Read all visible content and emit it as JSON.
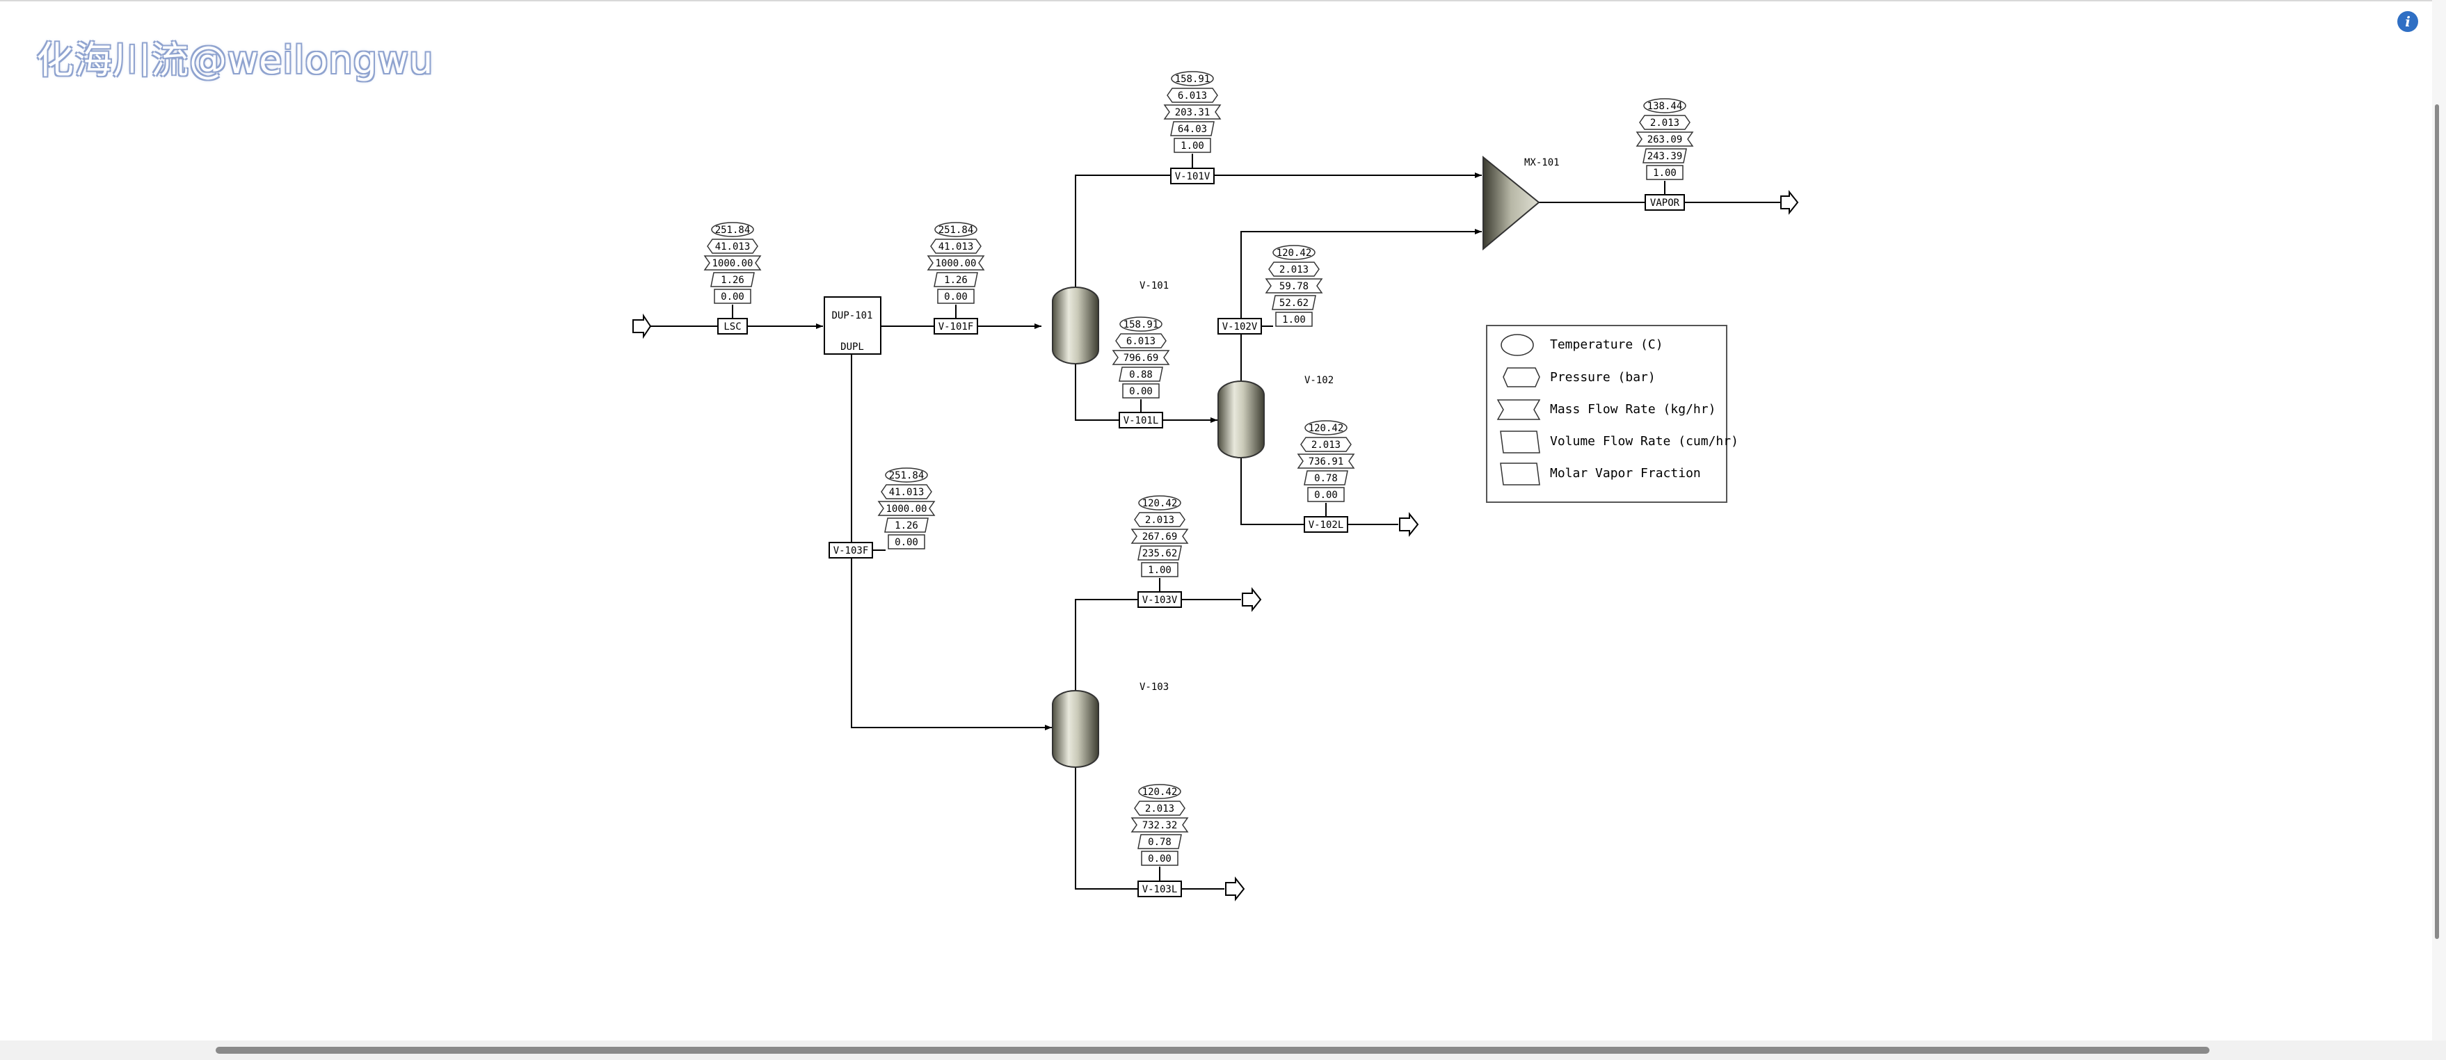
{
  "watermark": "化海川流@weilongwu",
  "info_icon": "i",
  "labels": {
    "mx101": "MX-101",
    "v101": "V-101",
    "v102": "V-102",
    "v103": "V-103",
    "dup_name": "DUP-101",
    "dup_type": "DUPL"
  },
  "streams": [
    {
      "id": "LSC",
      "values": [
        "251.84",
        "41.013",
        "1000.00",
        "1.26",
        "0.00"
      ]
    },
    {
      "id": "V-101F",
      "values": [
        "251.84",
        "41.013",
        "1000.00",
        "1.26",
        "0.00"
      ]
    },
    {
      "id": "V-101V",
      "values": [
        "158.91",
        "6.013",
        "203.31",
        "64.03",
        "1.00"
      ]
    },
    {
      "id": "V-101L",
      "values": [
        "158.91",
        "6.013",
        "796.69",
        "0.88",
        "0.00"
      ]
    },
    {
      "id": "V-102V",
      "values": [
        "120.42",
        "2.013",
        "59.78",
        "52.62",
        "1.00"
      ]
    },
    {
      "id": "V-102L",
      "values": [
        "120.42",
        "2.013",
        "736.91",
        "0.78",
        "0.00"
      ]
    },
    {
      "id": "V-103F",
      "values": [
        "251.84",
        "41.013",
        "1000.00",
        "1.26",
        "0.00"
      ]
    },
    {
      "id": "V-103V",
      "values": [
        "120.42",
        "2.013",
        "267.69",
        "235.62",
        "1.00"
      ]
    },
    {
      "id": "V-103L",
      "values": [
        "120.42",
        "2.013",
        "732.32",
        "0.78",
        "0.00"
      ]
    },
    {
      "id": "VAPOR",
      "values": [
        "138.44",
        "2.013",
        "263.09",
        "243.39",
        "1.00"
      ]
    }
  ],
  "legend": [
    {
      "shape": "oval",
      "label": "Temperature (C)"
    },
    {
      "shape": "hexagon",
      "label": "Pressure (bar)"
    },
    {
      "shape": "bowtie",
      "label": "Mass Flow Rate (kg/hr)"
    },
    {
      "shape": "parallelogram",
      "label": "Volume Flow Rate (cum/hr)"
    },
    {
      "shape": "trapezoid",
      "label": "Molar Vapor Fraction"
    }
  ]
}
